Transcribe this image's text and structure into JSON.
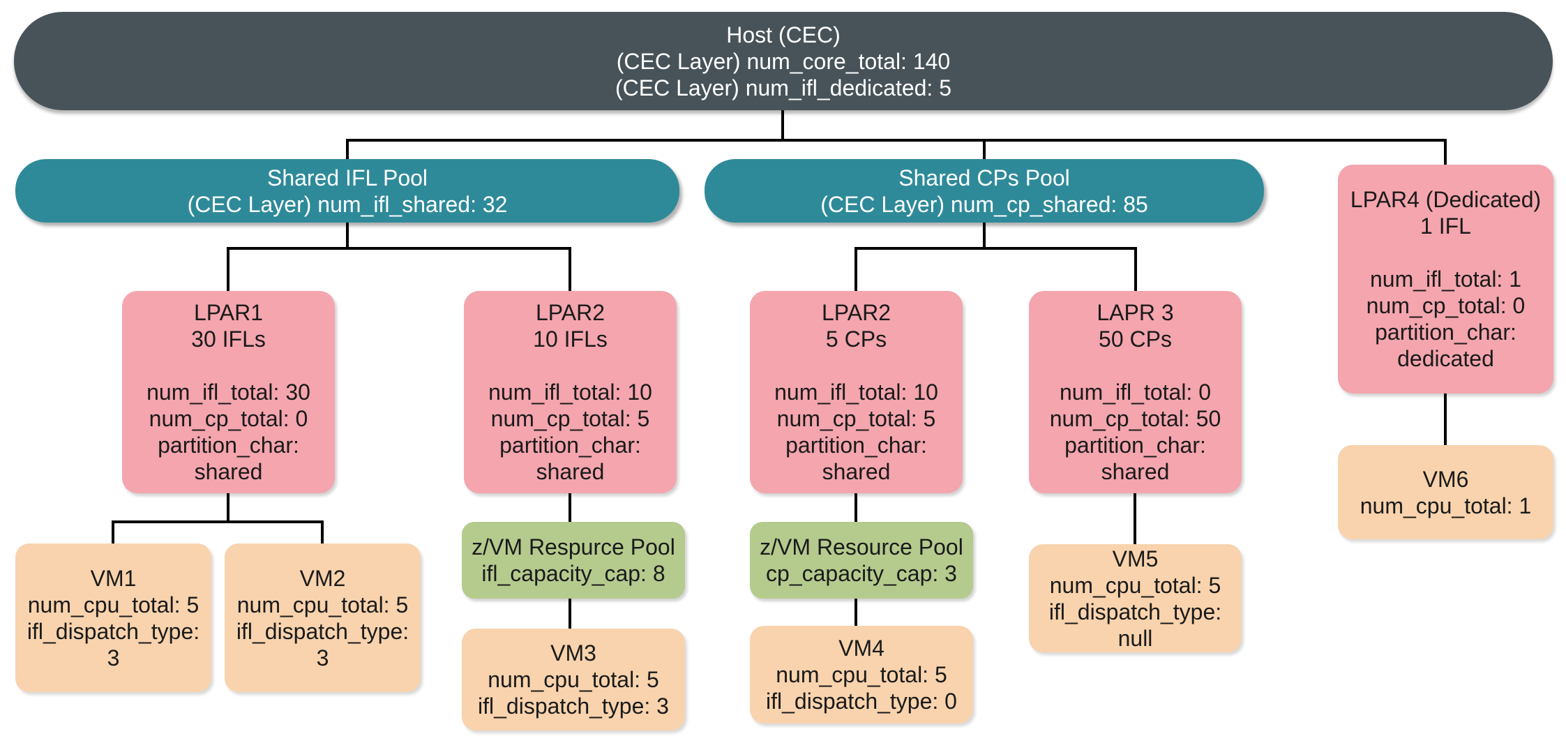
{
  "host": {
    "lines": [
      "Host (CEC)",
      "(CEC Layer) num_core_total: 140",
      "(CEC Layer) num_ifl_dedicated: 5"
    ]
  },
  "pools": {
    "shared_ifl": {
      "lines": [
        "Shared IFL Pool",
        "(CEC Layer) num_ifl_shared: 32"
      ]
    },
    "shared_cps": {
      "lines": [
        "Shared CPs Pool",
        "(CEC Layer) num_cp_shared: 85"
      ]
    }
  },
  "lpars": {
    "lpar1": {
      "lines": [
        "LPAR1",
        "30 IFLs",
        "",
        "num_ifl_total: 30",
        "num_cp_total: 0",
        "partition_char:",
        "shared"
      ]
    },
    "lpar2_ifl": {
      "lines": [
        "LPAR2",
        "10 IFLs",
        "",
        "num_ifl_total: 10",
        "num_cp_total: 5",
        "partition_char:",
        "shared"
      ]
    },
    "lpar2_cp": {
      "lines": [
        "LPAR2",
        "5 CPs",
        "",
        "num_ifl_total: 10",
        "num_cp_total: 5",
        "partition_char:",
        "shared"
      ]
    },
    "lapr3": {
      "lines": [
        "LAPR 3",
        "50 CPs",
        "",
        "num_ifl_total: 0",
        "num_cp_total: 50",
        "partition_char:",
        "shared"
      ]
    },
    "lpar4": {
      "lines": [
        "LPAR4 (Dedicated)",
        "1 IFL",
        "",
        "num_ifl_total: 1",
        "num_cp_total: 0",
        "partition_char:",
        "dedicated"
      ]
    }
  },
  "zvm_pools": {
    "ifl": {
      "lines": [
        "z/VM Respurce Pool",
        "ifl_capacity_cap: 8"
      ]
    },
    "cp": {
      "lines": [
        "z/VM Resource Pool",
        "cp_capacity_cap: 3"
      ]
    }
  },
  "vms": {
    "vm1": {
      "lines": [
        "VM1",
        "num_cpu_total: 5",
        "ifl_dispatch_type:",
        "3"
      ]
    },
    "vm2": {
      "lines": [
        "VM2",
        "num_cpu_total: 5",
        "ifl_dispatch_type:",
        "3"
      ]
    },
    "vm3": {
      "lines": [
        "VM3",
        "num_cpu_total: 5",
        "ifl_dispatch_type: 3"
      ]
    },
    "vm4": {
      "lines": [
        "VM4",
        "num_cpu_total: 5",
        "ifl_dispatch_type: 0"
      ]
    },
    "vm5": {
      "lines": [
        "VM5",
        "num_cpu_total: 5",
        "ifl_dispatch_type:",
        "null"
      ]
    },
    "vm6": {
      "lines": [
        "VM6",
        "num_cpu_total: 1"
      ]
    }
  },
  "colors": {
    "host": "#475359",
    "pool": "#2e8a99",
    "lpar": "#f4a5ae",
    "zvm": "#b5cb8e",
    "vm": "#f8d3ad",
    "line": "#000000",
    "text_light": "#ffffff",
    "text_dark": "#1a1a1a"
  }
}
